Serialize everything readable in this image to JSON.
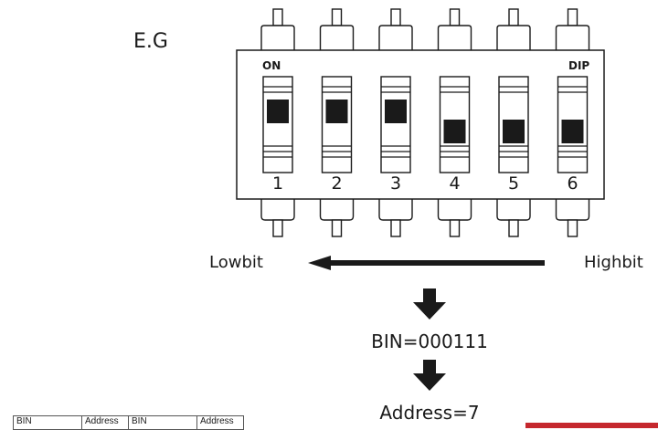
{
  "eg_label": "E.G",
  "dip_switch": {
    "on_label": "ON",
    "dip_label": "DIP",
    "switches": [
      {
        "number": "1",
        "state": "on"
      },
      {
        "number": "2",
        "state": "on"
      },
      {
        "number": "3",
        "state": "on"
      },
      {
        "number": "4",
        "state": "off"
      },
      {
        "number": "5",
        "state": "off"
      },
      {
        "number": "6",
        "state": "off"
      }
    ]
  },
  "direction": {
    "left_label": "Lowbit",
    "right_label": "Highbit"
  },
  "bin_text": "BIN=000111",
  "address_text": "Address=7",
  "table": {
    "headers": [
      "BIN",
      "Address",
      "BIN",
      "Address"
    ]
  },
  "colors": {
    "stroke": "#1a1a1a",
    "knob": "#1a1a1a",
    "accent_bar": "#c5282e"
  }
}
